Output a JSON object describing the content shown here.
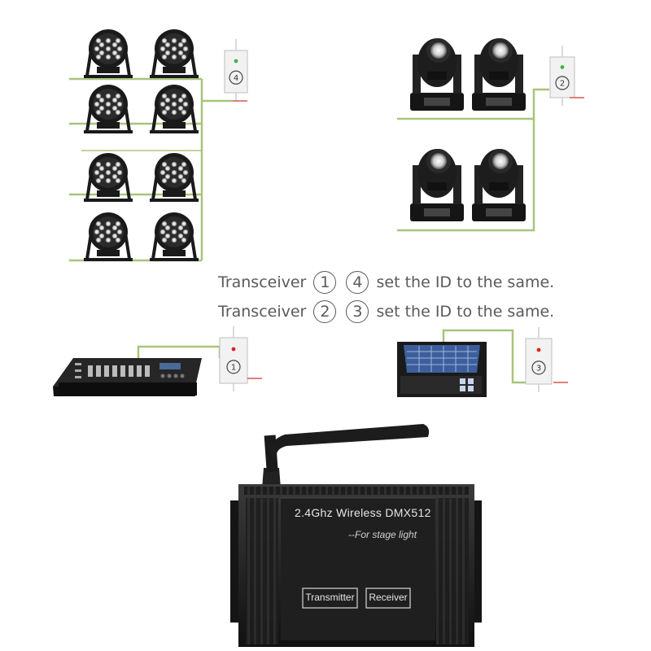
{
  "instructions": [
    {
      "prefix": "Transceiver",
      "a": "1",
      "b": "4",
      "suffix": "set the ID to the same."
    },
    {
      "prefix": "Transceiver",
      "a": "2",
      "b": "3",
      "suffix": "set the ID to the same."
    }
  ],
  "transceivers": [
    {
      "id": "tr-1",
      "number": "1"
    },
    {
      "id": "tr-2",
      "number": "2"
    },
    {
      "id": "tr-3",
      "number": "3"
    },
    {
      "id": "tr-4",
      "number": "4"
    }
  ],
  "device": {
    "title": "2.4Ghz Wireless DMX512",
    "subtitle": "--For stage light",
    "transmitter_label": "Transmitter",
    "receiver_label": "Receiver"
  },
  "colors": {
    "cable": "#a8c57a",
    "fixture": "#1a1a1a",
    "transceiver_body": "#f2f2f2",
    "indicator_green": "#39b54a",
    "indicator_red": "#d22"
  }
}
